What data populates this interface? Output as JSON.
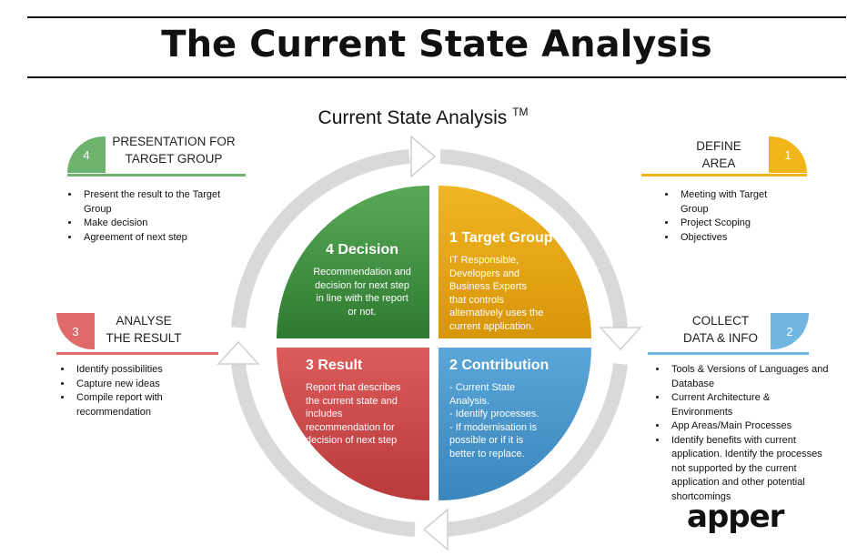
{
  "title": "The Current State Analysis",
  "subtitle": "Current State Analysis",
  "subtitle_mark": "TM",
  "quadrants": [
    {
      "key": "decision",
      "title": "4 Decision",
      "body": [
        "Recommendation and",
        "decision for next step",
        "in line with the report",
        "or not."
      ],
      "color": "#3e8d3e"
    },
    {
      "key": "target",
      "title": "1 Target Group",
      "body": [
        "IT Responsible,",
        "Developers and",
        "Business Experts",
        "that controls",
        "alternatively  uses the",
        "current application."
      ],
      "color": "#e3a10e"
    },
    {
      "key": "result",
      "title": "3 Result",
      "body": [
        "Report that describes",
        "the current state and",
        "includes",
        "recommendation for",
        "decision of next step"
      ],
      "color": "#cc4a4a"
    },
    {
      "key": "contribution",
      "title": "2 Contribution",
      "body": [
        "- Current State",
        "Analysis.",
        "- Identify processes.",
        "- If modernisation is",
        "possible or if it is",
        "better to replace."
      ],
      "color": "#4a97cc"
    }
  ],
  "steps": {
    "presentation": {
      "number": "4",
      "heading": [
        "PRESENTATION FOR",
        "TARGET GROUP"
      ],
      "color": "#6db36d",
      "bullets": [
        "Present the result to the Target Group",
        "Make decision",
        "Agreement of next step"
      ]
    },
    "define": {
      "number": "1",
      "heading": [
        "DEFINE",
        "AREA"
      ],
      "color": "#f0b619",
      "bullets": [
        "Meeting with Target Group",
        "Project Scoping",
        "Objectives"
      ]
    },
    "analyse": {
      "number": "3",
      "heading": [
        "ANALYSE",
        "THE RESULT"
      ],
      "color": "#e06a6a",
      "bullets": [
        "Identify possibilities",
        "Capture new ideas",
        "Compile report with recommendation"
      ]
    },
    "collect": {
      "number": "2",
      "heading": [
        "COLLECT",
        "DATA & INFO"
      ],
      "color": "#6fb7e0",
      "bullets": [
        "Tools & Versions of Languages and Database",
        "Current Architecture & Environments",
        "App Areas/Main Processes",
        "Identify benefits with current application. Identify the processes not supported by the current application and other potential shortcomings"
      ]
    }
  },
  "logo": "apper"
}
